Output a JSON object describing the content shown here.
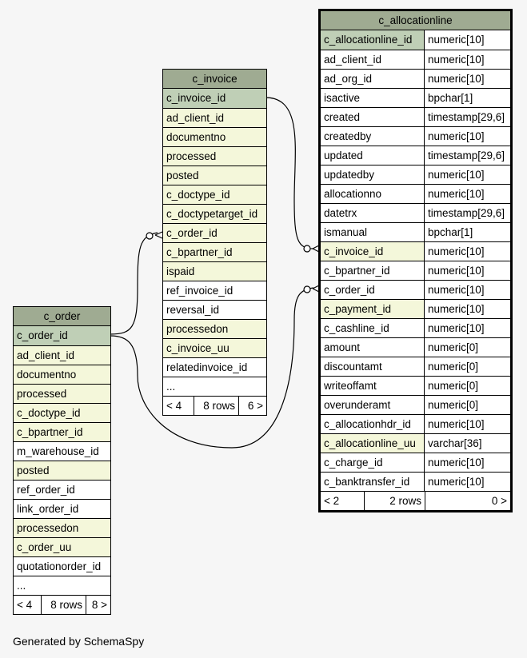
{
  "footer_credit": "Generated by SchemaSpy",
  "tables": {
    "c_invoice": {
      "name": "c_invoice",
      "columns": [
        {
          "name": "c_invoice_id",
          "kind": "pk"
        },
        {
          "name": "ad_client_id",
          "kind": "fk"
        },
        {
          "name": "documentno",
          "kind": "fk"
        },
        {
          "name": "processed",
          "kind": "fk"
        },
        {
          "name": "posted",
          "kind": "fk"
        },
        {
          "name": "c_doctype_id",
          "kind": "fk"
        },
        {
          "name": "c_doctypetarget_id",
          "kind": "fk"
        },
        {
          "name": "c_order_id",
          "kind": "fk"
        },
        {
          "name": "c_bpartner_id",
          "kind": "fk"
        },
        {
          "name": "ispaid",
          "kind": "fk"
        },
        {
          "name": "ref_invoice_id",
          "kind": "plain"
        },
        {
          "name": "reversal_id",
          "kind": "plain"
        },
        {
          "name": "processedon",
          "kind": "fk"
        },
        {
          "name": "c_invoice_uu",
          "kind": "fk"
        },
        {
          "name": "relatedinvoice_id",
          "kind": "plain"
        },
        {
          "name": "...",
          "kind": "plain"
        }
      ],
      "footer": {
        "left": "< 4",
        "mid": "8 rows",
        "right": "6 >"
      }
    },
    "c_order": {
      "name": "c_order",
      "columns": [
        {
          "name": "c_order_id",
          "kind": "pk"
        },
        {
          "name": "ad_client_id",
          "kind": "fk"
        },
        {
          "name": "documentno",
          "kind": "fk"
        },
        {
          "name": "processed",
          "kind": "fk"
        },
        {
          "name": "c_doctype_id",
          "kind": "fk"
        },
        {
          "name": "c_bpartner_id",
          "kind": "fk"
        },
        {
          "name": "m_warehouse_id",
          "kind": "plain"
        },
        {
          "name": "posted",
          "kind": "fk"
        },
        {
          "name": "ref_order_id",
          "kind": "plain"
        },
        {
          "name": "link_order_id",
          "kind": "plain"
        },
        {
          "name": "processedon",
          "kind": "fk"
        },
        {
          "name": "c_order_uu",
          "kind": "fk"
        },
        {
          "name": "quotationorder_id",
          "kind": "plain"
        },
        {
          "name": "...",
          "kind": "plain"
        }
      ],
      "footer": {
        "left": "< 4",
        "mid": "8 rows",
        "right": "8 >"
      }
    },
    "c_allocationline": {
      "name": "c_allocationline",
      "columns": [
        {
          "name": "c_allocationline_id",
          "type": "numeric[10]",
          "kind": "pk"
        },
        {
          "name": "ad_client_id",
          "type": "numeric[10]",
          "kind": "plain"
        },
        {
          "name": "ad_org_id",
          "type": "numeric[10]",
          "kind": "plain"
        },
        {
          "name": "isactive",
          "type": "bpchar[1]",
          "kind": "plain"
        },
        {
          "name": "created",
          "type": "timestamp[29,6]",
          "kind": "plain"
        },
        {
          "name": "createdby",
          "type": "numeric[10]",
          "kind": "plain"
        },
        {
          "name": "updated",
          "type": "timestamp[29,6]",
          "kind": "plain"
        },
        {
          "name": "updatedby",
          "type": "numeric[10]",
          "kind": "plain"
        },
        {
          "name": "allocationno",
          "type": "numeric[10]",
          "kind": "plain"
        },
        {
          "name": "datetrx",
          "type": "timestamp[29,6]",
          "kind": "plain"
        },
        {
          "name": "ismanual",
          "type": "bpchar[1]",
          "kind": "plain"
        },
        {
          "name": "c_invoice_id",
          "type": "numeric[10]",
          "kind": "fk"
        },
        {
          "name": "c_bpartner_id",
          "type": "numeric[10]",
          "kind": "plain"
        },
        {
          "name": "c_order_id",
          "type": "numeric[10]",
          "kind": "plain"
        },
        {
          "name": "c_payment_id",
          "type": "numeric[10]",
          "kind": "fk"
        },
        {
          "name": "c_cashline_id",
          "type": "numeric[10]",
          "kind": "plain"
        },
        {
          "name": "amount",
          "type": "numeric[0]",
          "kind": "plain"
        },
        {
          "name": "discountamt",
          "type": "numeric[0]",
          "kind": "plain"
        },
        {
          "name": "writeoffamt",
          "type": "numeric[0]",
          "kind": "plain"
        },
        {
          "name": "overunderamt",
          "type": "numeric[0]",
          "kind": "plain"
        },
        {
          "name": "c_allocationhdr_id",
          "type": "numeric[10]",
          "kind": "plain"
        },
        {
          "name": "c_allocationline_uu",
          "type": "varchar[36]",
          "kind": "fk"
        },
        {
          "name": "c_charge_id",
          "type": "numeric[10]",
          "kind": "plain"
        },
        {
          "name": "c_banktransfer_id",
          "type": "numeric[10]",
          "kind": "plain"
        }
      ],
      "footer": {
        "left": "< 2",
        "mid": "2 rows",
        "right": "0 >"
      }
    }
  }
}
